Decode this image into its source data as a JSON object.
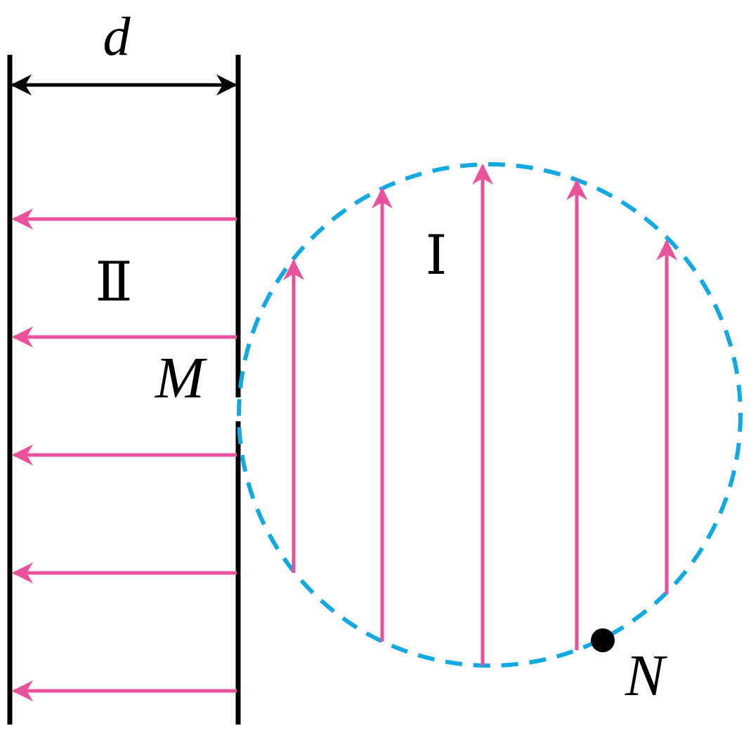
{
  "labels": {
    "width_label": "d",
    "region_one": "Ⅰ",
    "region_two": "Ⅱ",
    "point_m": "M",
    "point_n": "N"
  },
  "colors": {
    "plate": "#000000",
    "field_line": "#e8529a",
    "boundary": "#10a9e2",
    "point": "#000000"
  }
}
